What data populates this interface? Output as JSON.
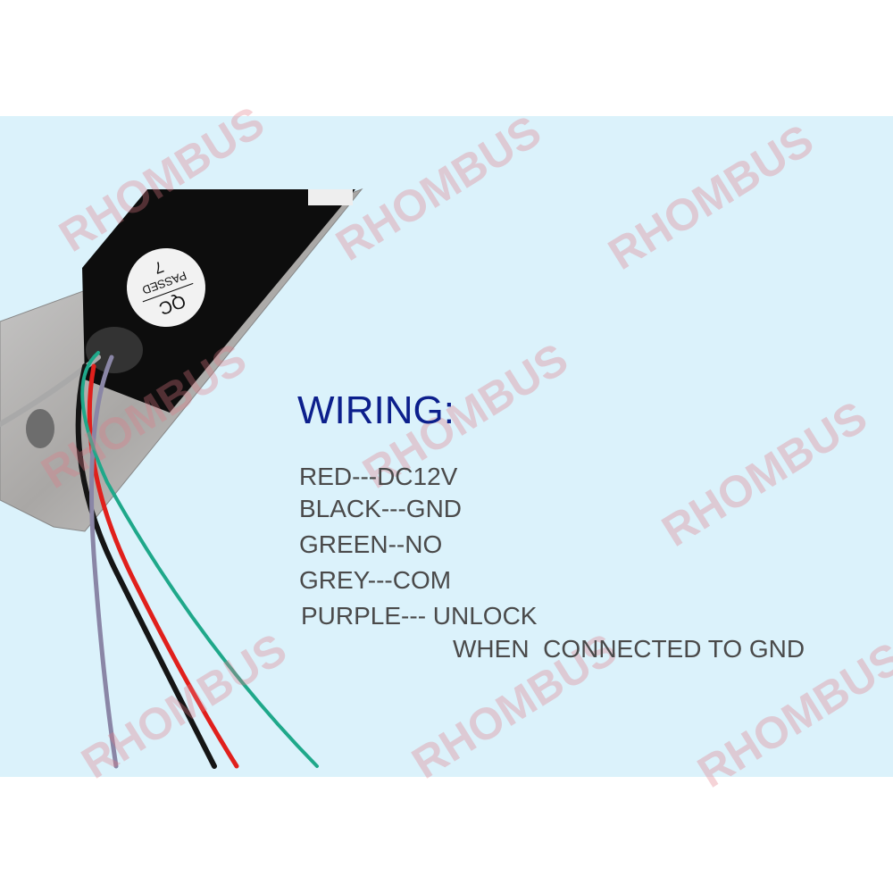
{
  "title": "WIRING:",
  "lines": [
    "RED---DC12V",
    "BLACK---GND",
    "GREEN--NO",
    "GREY---COM",
    "PURPLE--- UNLOCK",
    "WHEN  CONNECTED TO GND"
  ],
  "label": {
    "line1": "QC",
    "line2": "PASSED",
    "line3": "7"
  },
  "watermark": "RHOMBUS",
  "colors": {
    "background": "#dbf2fb",
    "title": "#0c1f8c",
    "text": "#4a4a4a",
    "wire_red": "#e0201c",
    "wire_black": "#151515",
    "wire_green": "#1fa88a",
    "wire_grey": "#a9a9a9",
    "wire_purple": "#8a86a6"
  }
}
